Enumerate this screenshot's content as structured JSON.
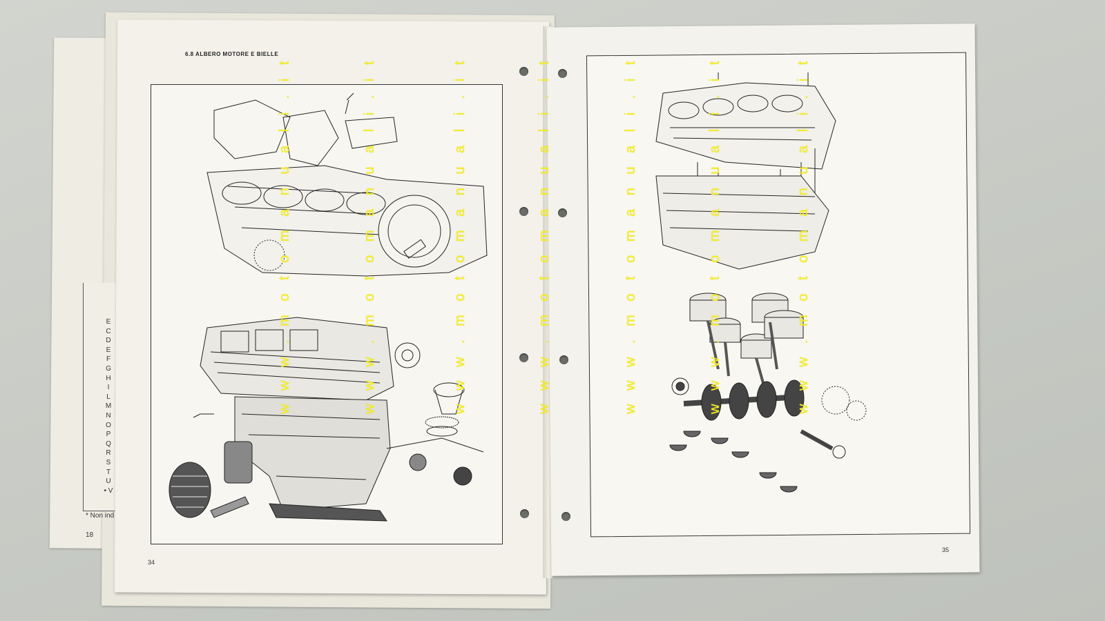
{
  "left_page": {
    "section_title": "6.8 ALBERO MOTORE E BIELLE",
    "page_number": "34"
  },
  "right_page": {
    "page_number": "35"
  },
  "under_page": {
    "legend_letters": [
      "E",
      "C",
      "D",
      "E",
      "F",
      "G",
      "H",
      "I",
      "L",
      "M",
      "N",
      "O",
      "P",
      "Q",
      "R",
      "S",
      "T",
      "U",
      "• V"
    ],
    "note": "* Non ind",
    "page_number": "18"
  },
  "watermark": {
    "text": "w w w . m o t o m a n u a l i . i t",
    "color": "#f4ee2a"
  }
}
